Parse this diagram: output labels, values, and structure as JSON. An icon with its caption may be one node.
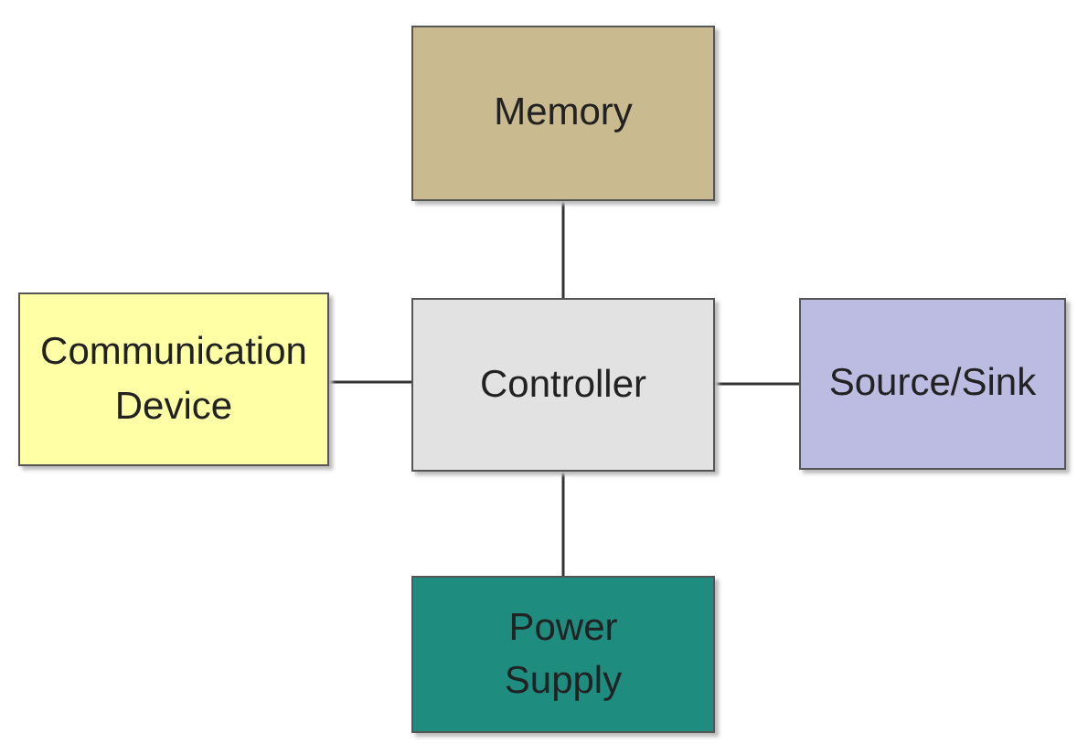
{
  "diagram": {
    "nodes": [
      {
        "text": [
          "Memory"
        ]
      },
      {
        "text": [
          "Communication Device"
        ]
      },
      {
        "text": [
          "Controller"
        ]
      },
      {
        "text": [
          "Source/Sink"
        ]
      },
      {
        "text": [
          "Power Supply"
        ]
      }
    ],
    "edges": [
      {
        "from": 0,
        "to": 2,
        "arrow": "none"
      },
      {
        "from": 1,
        "to": 2,
        "arrow": "none"
      },
      {
        "from": 2,
        "to": 3,
        "arrow": "none"
      },
      {
        "from": 2,
        "to": 4,
        "arrow": "none"
      }
    ]
  }
}
